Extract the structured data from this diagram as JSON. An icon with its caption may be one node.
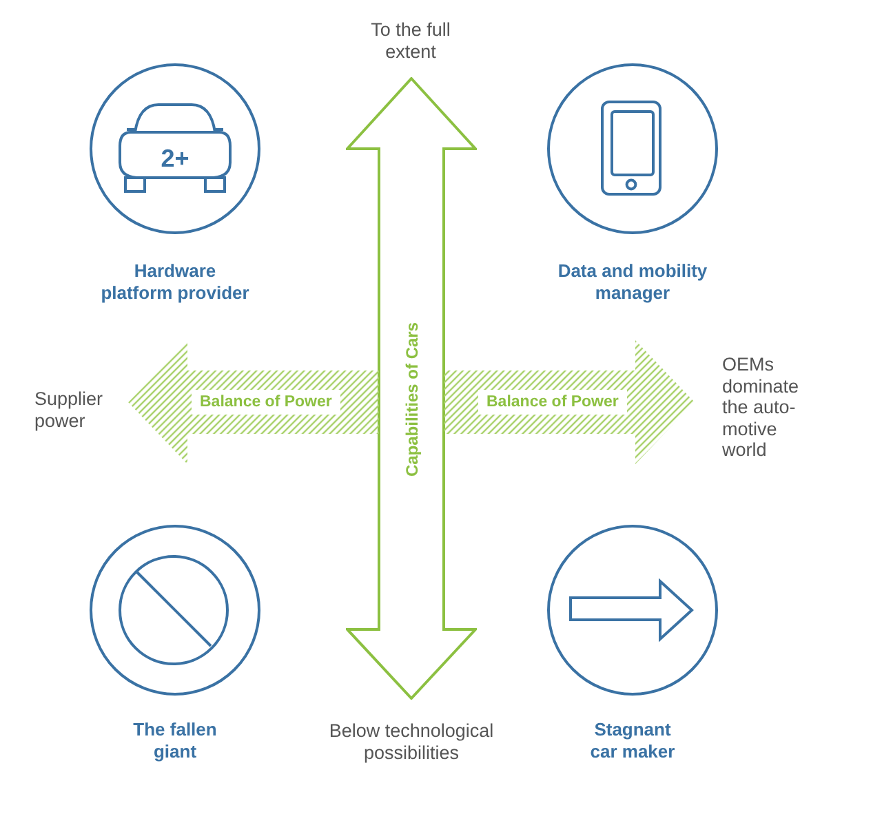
{
  "diagram": {
    "nodes": [
      {
        "text": [
          "2+",
          "Hardware platform provider"
        ]
      },
      {
        "text": [
          "Data and mobility manager"
        ]
      },
      {
        "text": [
          "Capabilities of Cars"
        ]
      },
      {
        "text": [
          "Balance of Power"
        ]
      },
      {
        "text": [
          "Balance of Power"
        ]
      },
      {
        "text": [
          "The fallen giant"
        ]
      },
      {
        "text": [
          "Stagnant car maker"
        ]
      }
    ],
    "labels": [
      "To the full extent",
      "Supplier power",
      "OEMs dominate the auto-motive world",
      "Below technological possibilities"
    ]
  }
}
